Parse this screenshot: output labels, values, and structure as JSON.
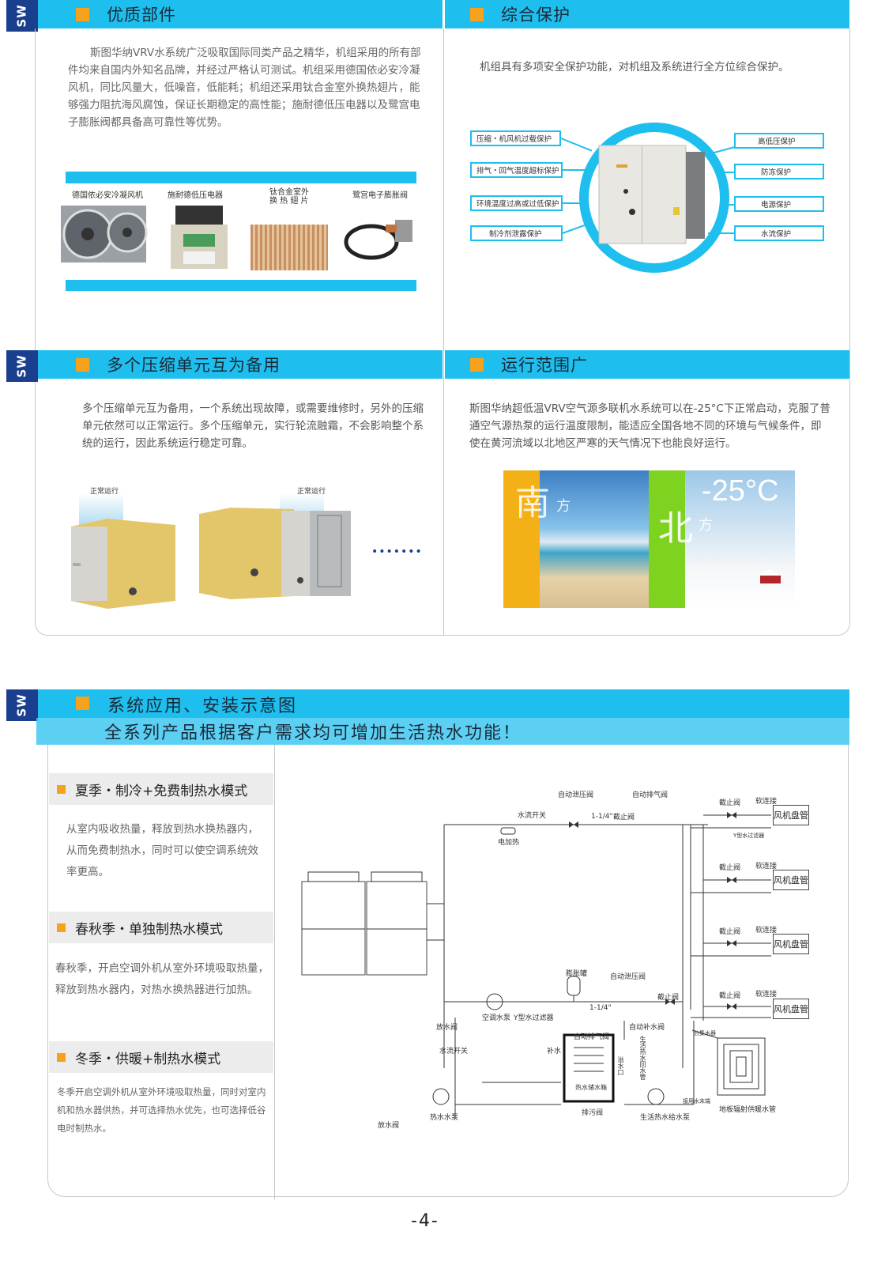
{
  "logo_text": "SW",
  "sections": {
    "quality": {
      "title": "优质部件",
      "text": "斯图华纳VRV水系统广泛吸取国际同类产品之精华，机组采用的所有部件均来自国内外知名品牌，并经过严格认可测试。机组采用德国依必安冷凝风机，同比风量大，低噪音，低能耗；机组还采用钛合金室外换热翅片，能够强力阻抗海风腐蚀，保证长期稳定的高性能；施耐德低压电器以及鹭宫电子膨胀阀都具备高可靠性等优势。",
      "parts": [
        {
          "label": "德国依必安冷凝风机"
        },
        {
          "label": "施耐德低压电器"
        },
        {
          "label": "钛合金室外\n换 热 翅 片"
        },
        {
          "label": "鹭宫电子膨胀阀"
        }
      ]
    },
    "protection": {
      "title": "综合保护",
      "text": "机组具有多项安全保护功能，对机组及系统进行全方位综合保护。",
      "left_items": [
        "压缩・机风机过载保护",
        "排气・回气温度超标保护",
        "环境温度过高或过低保护",
        "制冷剂泄露保护"
      ],
      "right_items": [
        "高低压保护",
        "防冻保护",
        "电源保护",
        "水流保护"
      ]
    },
    "backup": {
      "title": "多个压缩单元互为备用",
      "text": "多个压缩单元互为备用，一个系统出现故障，或需要维修时，另外的压缩单元依然可以正常运行。多个压缩单元，实行轮流融霜，不会影响整个系统的运行，因此系统运行稳定可靠。",
      "run_label_1": "正常运行",
      "run_label_2": "正常运行",
      "dots": "•••••••"
    },
    "range": {
      "title": "运行范围广",
      "text": "斯图华纳超低温VRV空气源多联机水系统可以在-25°C下正常启动，克服了普通空气源热泵的运行温度限制，能适应全国各地不同的环境与气候条件，即使在黄河流域以北地区严寒的天气情况下也能良好运行。",
      "south_big": "南",
      "south_small": "方",
      "north_big": "北",
      "north_small": "方",
      "temp": "-25°C"
    },
    "application": {
      "title": "系统应用、安装示意图",
      "subtitle": "全系列产品根据客户需求均可增加生活热水功能！",
      "modes": [
        {
          "title": "夏季・制冷+免费制热水模式",
          "text": "从室内吸收热量，释放到热水换热器内，从而免费制热水，同时可以使空调系统效率更高。"
        },
        {
          "title": "春秋季・单独制热水模式",
          "text": "春秋季，开启空调外机从室外环境吸取热量，释放到热水器内，对热水换热器进行加热。"
        },
        {
          "title": "冬季・供暖+制热水模式",
          "text": "冬季开启空调外机从室外环境吸取热量，同时对室内机和热水器供热，并可选择热水优先，也可选择低谷电时制热水。"
        }
      ],
      "diagram": {
        "auto_relief": "自动泄压阀",
        "auto_vent": "自动排气阀",
        "flow_switch": "水流开关",
        "pipe_size": "1-1/4\"",
        "stop_valve": "截止阀",
        "electric_heat": "电加热",
        "soft_joint": "软连接",
        "fan_coil": "风机盘管",
        "y_filter_small": "Y型水过滤器",
        "expansion_tank": "膨胀罐",
        "ac_pump": "空调水泵",
        "y_filter": "Y型水过滤器",
        "drain_valve": "放水阀",
        "auto_makeup": "自动补水阀",
        "make_water": "补水",
        "water_switch": "水流开关",
        "tank": "热水储水箱",
        "overflow": "溢水口",
        "domestic": "生活热水回水管",
        "hot_pump": "热水水泵",
        "sewage": "排污阀",
        "supply_pump": "生活热水给水泵",
        "floor_pipe": "地板辐射供暖水管",
        "manifold": "分集水器",
        "tap_water": "接用水末端"
      }
    }
  },
  "page_number": "-4-"
}
